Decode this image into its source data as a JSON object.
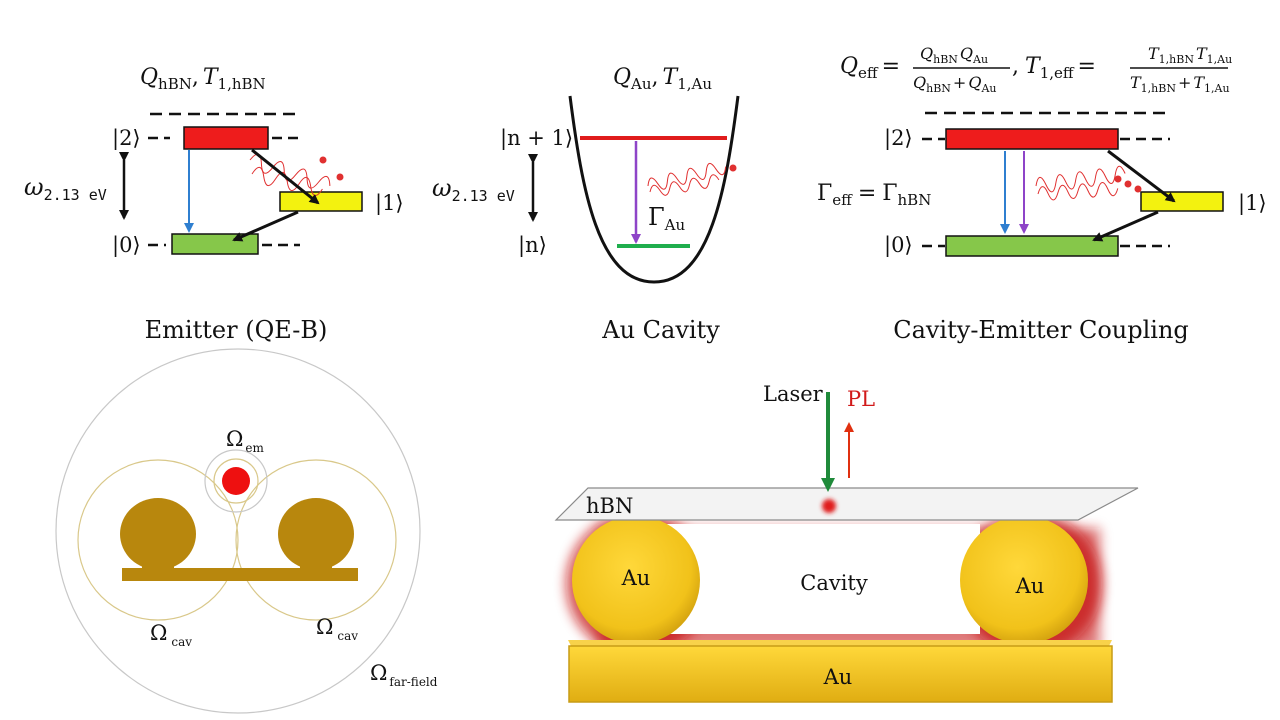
{
  "colors": {
    "red_level": "#ee1c1c",
    "yellow_level": "#f3f20f",
    "green_level": "#86c74a",
    "arrow_blue": "#2f7fd0",
    "arrow_purple": "#8e44c8",
    "cavity_red": "#e01c1c",
    "cavity_green": "#1fae4d",
    "gold": "#f1c21a",
    "gold_dark": "#c79c16",
    "glow": "#c41010",
    "laser_green": "#1f8a3a",
    "pl_red": "#e03010",
    "schematic_gold": "#b8870d",
    "ring": "#d9c88a"
  },
  "emitter_panel": {
    "header_Q": "Q",
    "header_Q_sub": "hBN",
    "header_sep": ",",
    "header_T": "T",
    "header_T_sub": "1,hBN",
    "level_2": "|2⟩",
    "level_1": "|1⟩",
    "level_0": "|0⟩",
    "omega": "ω",
    "omega_sub": "2.13 eV",
    "caption": "Emitter (QE-B)"
  },
  "cavity_panel": {
    "header_Q": "Q",
    "header_Q_sub": "Au",
    "header_sep": ",",
    "header_T": "T",
    "header_T_sub": "1,Au",
    "level_upper": "|n + 1⟩",
    "level_lower": "|n⟩",
    "omega": "ω",
    "omega_sub": "2.13 eV",
    "gamma": "Γ",
    "gamma_sub": "Au",
    "caption": "Au Cavity"
  },
  "coupling_panel": {
    "q_lhs": "Q",
    "q_lhs_sub": "eff",
    "eq": "=",
    "q_num_a": "Q",
    "q_num_a_sub": "hBN",
    "q_num_b": "Q",
    "q_num_b_sub": "Au",
    "q_den_a": "Q",
    "q_den_a_sub": "hBN",
    "plus": "+",
    "q_den_b": "Q",
    "q_den_b_sub": "Au",
    "sep": ",",
    "t_lhs": "T",
    "t_lhs_sub": "1,eff",
    "t_num_a": "T",
    "t_num_a_sub": "1,hBN",
    "t_num_b": "T",
    "t_num_b_sub": "1,Au",
    "t_den_a": "T",
    "t_den_a_sub": "1,hBN",
    "t_den_b": "T",
    "t_den_b_sub": "1,Au",
    "gamma_lhs": "Γ",
    "gamma_lhs_sub": "eff",
    "gamma_rhs": "Γ",
    "gamma_rhs_sub": "hBN",
    "level_2": "|2⟩",
    "level_1": "|1⟩",
    "level_0": "|0⟩",
    "caption": "Cavity-Emitter Coupling"
  },
  "schematic_panel": {
    "omega_em": "Ω",
    "omega_em_sub": "em",
    "omega_cav_left": "Ω",
    "omega_cav_left_sub": "cav",
    "omega_cav_right": "Ω",
    "omega_cav_right_sub": "cav",
    "omega_ff": "Ω",
    "omega_ff_sub": "far-field"
  },
  "device_panel": {
    "laser": "Laser",
    "pl": "PL",
    "hbn": "hBN",
    "au_left": "Au",
    "cavity": "Cavity",
    "au_right": "Au",
    "au_bottom": "Au"
  }
}
